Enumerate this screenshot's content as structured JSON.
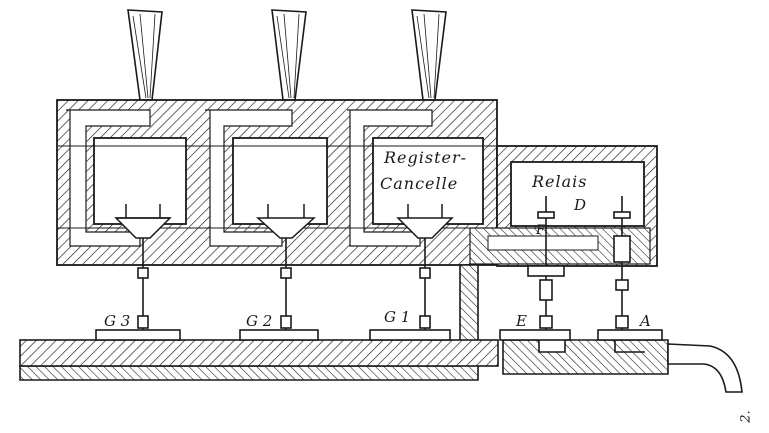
{
  "labels": {
    "register_line1": "Register-",
    "register_line2": "Cancelle",
    "relais": "Relais",
    "d": "D",
    "f": "F",
    "g3": "G 3",
    "g2": "G 2",
    "g1": "G 1",
    "e": "E",
    "a": "A",
    "fig": "2."
  },
  "colors": {
    "ink": "#1a1a1a",
    "paper": "#ffffff"
  }
}
